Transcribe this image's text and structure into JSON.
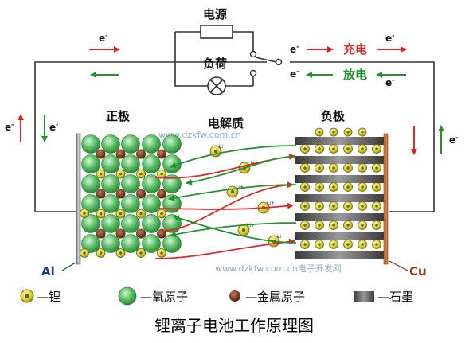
{
  "labels": {
    "power_source": "电源",
    "load": "负荷",
    "charge": "充电",
    "discharge": "放电",
    "positive_electrode": "正极",
    "electrolyte": "电解质",
    "negative_electrode": "负极",
    "al": "Al",
    "cu": "Cu",
    "electron": "e",
    "electron_sup": "-",
    "li_ion": "Li",
    "li_ion_sup": "+"
  },
  "legend": {
    "lithium": "—锂",
    "oxygen": "—氧原子",
    "metal": "—金属原子",
    "graphite": "—石墨"
  },
  "watermarks": {
    "top": "www.dzkfw.com.cn",
    "bottom": "www.dzkfw.com.cn电子开发网"
  },
  "caption": "锂离子电池工作原理图",
  "colors": {
    "charge": "#e0282a",
    "discharge": "#21932c",
    "wire": "#333333",
    "oxygen": "#5cbf67",
    "metal": "#7a3b1a",
    "lithium": "#d4cc2e",
    "graphite": "#6a6a6a",
    "current_collector_al": "#9a9a9a",
    "current_collector_cu": "#d07a3a"
  }
}
